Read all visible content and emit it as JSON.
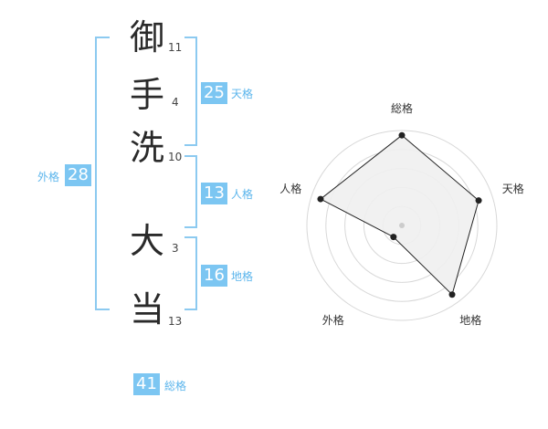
{
  "name": {
    "chars": [
      {
        "char": "御",
        "strokes": "11"
      },
      {
        "char": "手",
        "strokes": "4"
      },
      {
        "char": "洗",
        "strokes": "10"
      },
      {
        "char": "大",
        "strokes": "3"
      },
      {
        "char": "当",
        "strokes": "13"
      }
    ]
  },
  "fortune": {
    "tenkaku": {
      "value": "25",
      "label": "天格"
    },
    "jinkaku": {
      "value": "13",
      "label": "人格"
    },
    "chikaku": {
      "value": "16",
      "label": "地格"
    },
    "gaikaku": {
      "value": "28",
      "label": "外格"
    },
    "soukaku": {
      "value": "41",
      "label": "総格"
    }
  },
  "colors": {
    "accent": "#7cc6f2",
    "bracket": "#8ccaf0",
    "label": "#5bb5ec",
    "kanji": "#2a2a2a",
    "radar_fill": "#f0f0f0"
  },
  "chart_data": {
    "type": "radar",
    "axes": [
      "総格",
      "天格",
      "地格",
      "外格",
      "人格"
    ],
    "values": [
      0.95,
      0.85,
      0.9,
      0.15,
      0.9
    ],
    "range": [
      0,
      1
    ],
    "rings": 5,
    "grid": true
  }
}
